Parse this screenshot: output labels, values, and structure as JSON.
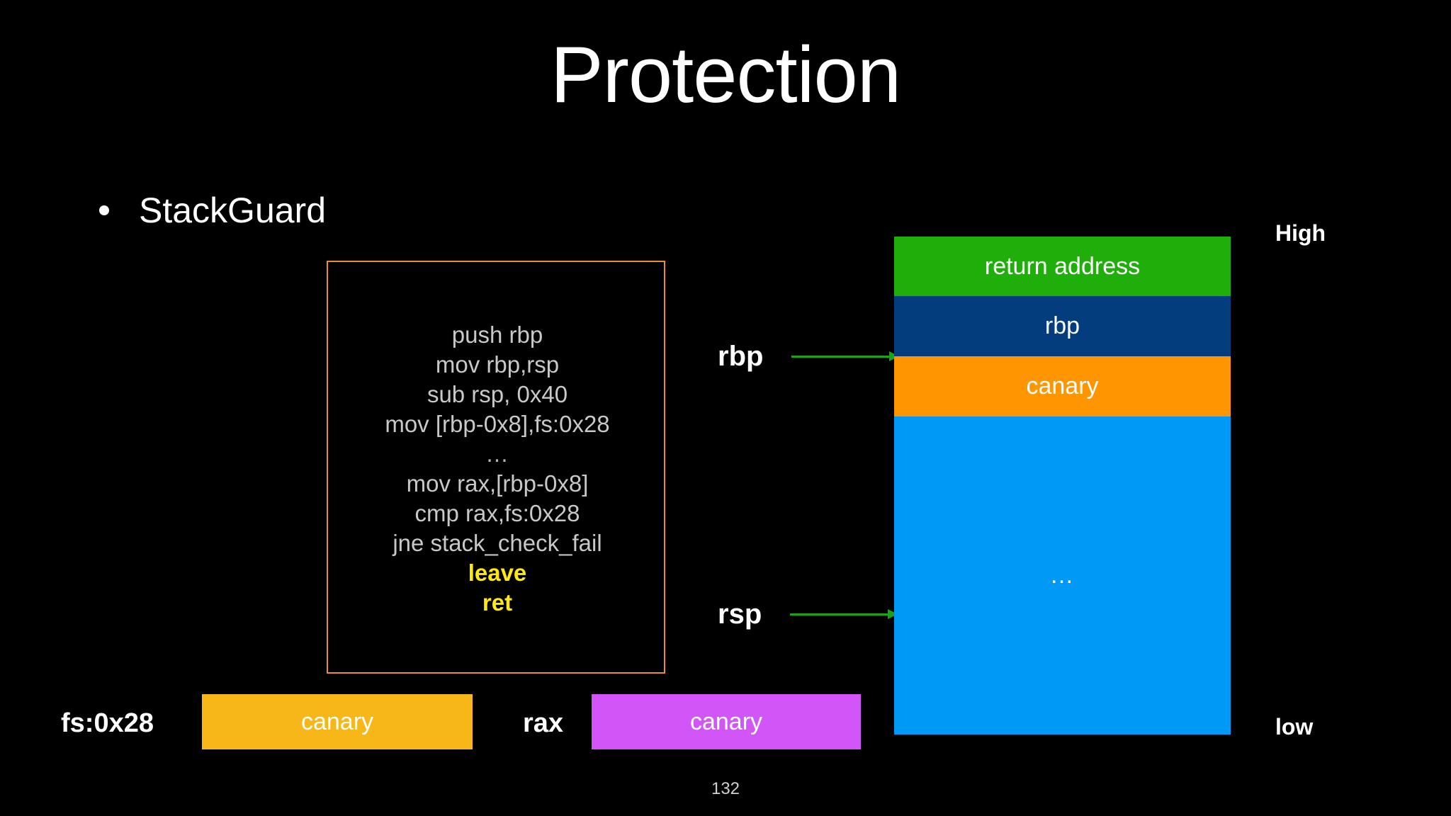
{
  "slide": {
    "title": "Protection",
    "page_number": "132",
    "background_color": "#000000"
  },
  "bullet": {
    "marker": "bullet-dot",
    "label": "StackGuard"
  },
  "code_box": {
    "border_color": "#e8912a",
    "highlight_color": "#ffe711",
    "text_color": "#c8c8c8",
    "lines": [
      {
        "text": "push rbp",
        "highlight": false
      },
      {
        "text": "mov rbp,rsp",
        "highlight": false
      },
      {
        "text": "sub rsp, 0x40",
        "highlight": false
      },
      {
        "text": "mov [rbp-0x8],fs:0x28",
        "highlight": false
      },
      {
        "text": "…",
        "highlight": false
      },
      {
        "text": "mov rax,[rbp-0x8]",
        "highlight": false
      },
      {
        "text": "cmp rax,fs:0x28",
        "highlight": false
      },
      {
        "text": "jne stack_check_fail",
        "highlight": false
      },
      {
        "text": "leave",
        "highlight": true
      },
      {
        "text": "ret",
        "highlight": true
      }
    ]
  },
  "pointers": [
    {
      "label": "rbp",
      "arrow_color": "#17a517"
    },
    {
      "label": "rsp",
      "arrow_color": "#17a517"
    }
  ],
  "stack": {
    "top_label": "High",
    "bottom_label": "low",
    "cells": [
      {
        "label": "return address",
        "color": "#1fae0a"
      },
      {
        "label": "rbp",
        "color": "#043d7e"
      },
      {
        "label": "canary",
        "color": "#ff9500"
      },
      {
        "label": "…",
        "color": "#0099f5"
      }
    ]
  },
  "registers": [
    {
      "label": "fs:0x28",
      "value": "canary",
      "color": "#f7b718"
    },
    {
      "label": "rax",
      "value": "canary",
      "color": "#d155f7"
    }
  ]
}
